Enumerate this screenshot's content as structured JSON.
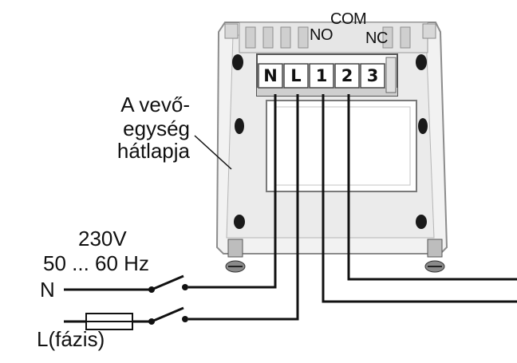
{
  "unit_caption": [
    "A vevő-",
    "egység",
    "hátlapja"
  ],
  "terminal_labels": {
    "no": "NO",
    "com": "COM",
    "nc": "NC"
  },
  "terminal_keys": [
    "N",
    "L",
    "1",
    "2",
    "3"
  ],
  "supply": {
    "voltage": "230V",
    "frequency": "50 ... 60 Hz",
    "neutral": "N",
    "phase": "L(fázis)"
  },
  "colors": {
    "line": "#111111",
    "plate": "#f1f1f1",
    "plate_edge": "#9a9a9a",
    "terminal_block": "#ffffff",
    "shadow": "#c8c8c8"
  }
}
